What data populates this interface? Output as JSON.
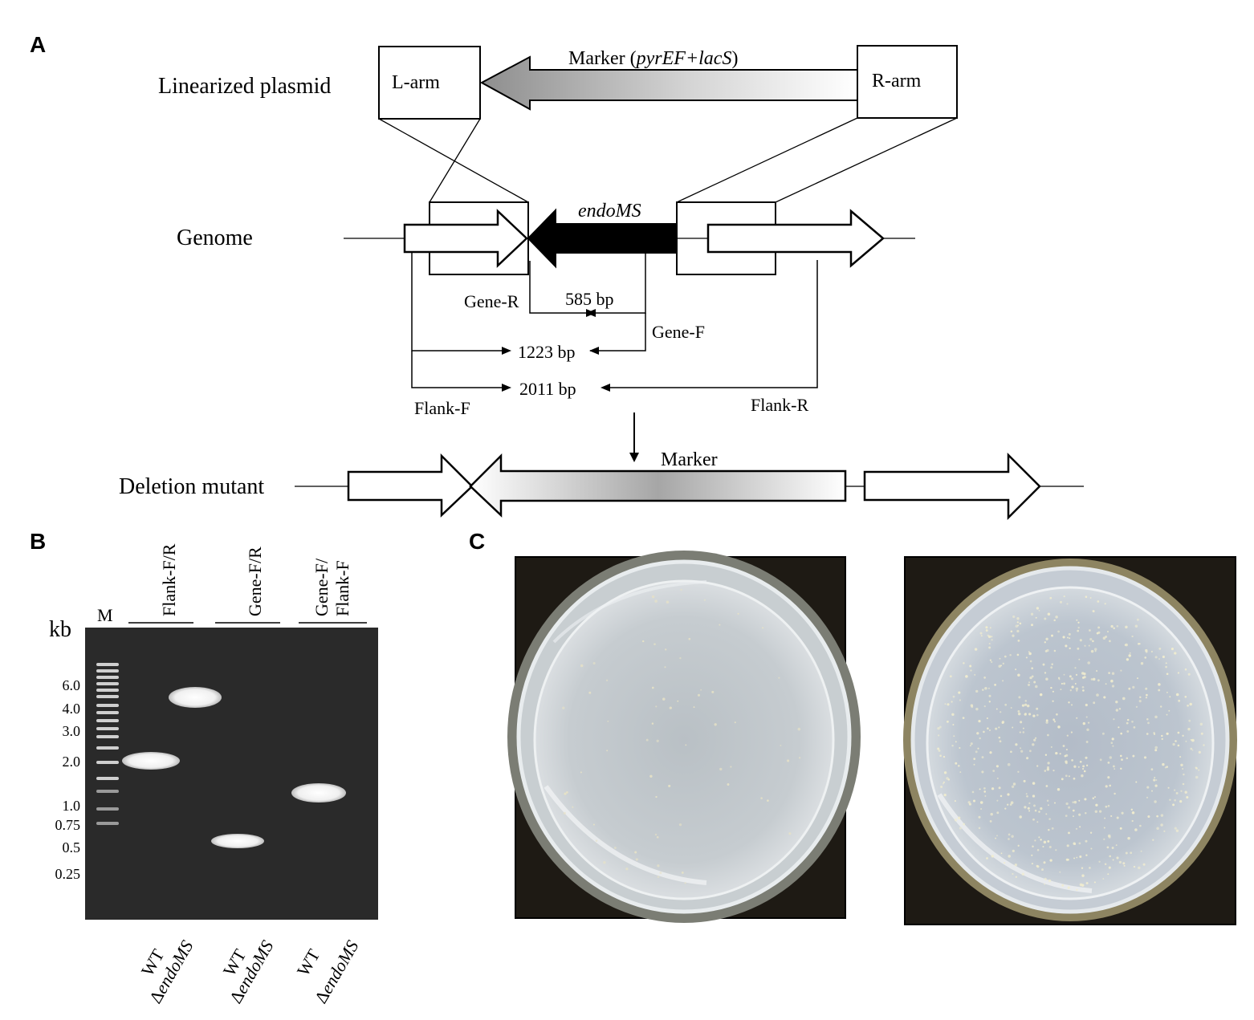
{
  "panels": {
    "a": "A",
    "b": "B",
    "c": "C"
  },
  "panel_a": {
    "row_labels": {
      "plasmid": "Linearized plasmid",
      "genome": "Genome",
      "mutant": "Deletion mutant"
    },
    "plasmid": {
      "l_arm": "L-arm",
      "r_arm": "R-arm",
      "marker_prefix": "Marker (",
      "marker_genes": "pyrEF+lacS",
      "marker_suffix": ")"
    },
    "genome": {
      "gene": "endoMS"
    },
    "primers": {
      "gene_r": "Gene-R",
      "gene_f": "Gene-F",
      "flank_f": "Flank-F",
      "flank_r": "Flank-R"
    },
    "products": {
      "p585": "585 bp",
      "p1223": "1223 bp",
      "p2011": "2011 bp"
    },
    "mutant": {
      "marker": "Marker"
    }
  },
  "panel_b": {
    "unit": "kb",
    "ladder_label": "M",
    "ladder": [
      "6.0",
      "4.0",
      "3.0",
      "2.0",
      "1.0",
      "0.75",
      "0.5",
      "0.25"
    ],
    "group_labels": {
      "flank": "Flank-F/R",
      "gene": "Gene-F/R",
      "mixed_1": "Gene-F/",
      "mixed_2": "Flank-F"
    },
    "lanes": {
      "wt1": "WT",
      "mut1_delta": "Δ",
      "mut1_gene": "endoMS",
      "wt2": "WT",
      "mut2_delta": "Δ",
      "mut2_gene": "endoMS",
      "wt3": "WT",
      "mut3_delta": "Δ",
      "mut3_gene": "endoMS"
    }
  },
  "colors": {
    "gel_background": "#2a2a2a",
    "band": "#f4f4f4",
    "gene_fill": "#000000",
    "marker_gradient_start": "#ffffff",
    "marker_gradient_mid": "#a8a8a8"
  }
}
